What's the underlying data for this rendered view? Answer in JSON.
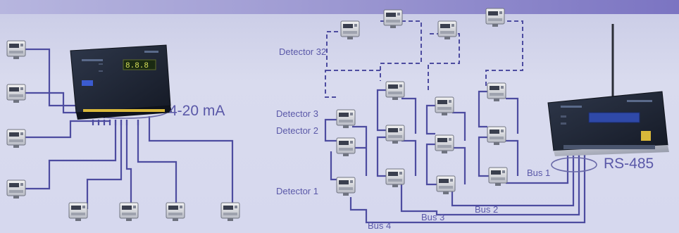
{
  "labels": {
    "analog": "4-20 mA",
    "rs485": "RS-485",
    "detector32": "Detector 32",
    "detector3": "Detector 3",
    "detector2": "Detector 2",
    "detector1": "Detector 1",
    "bus1": "Bus 1",
    "bus2": "Bus 2",
    "bus3": "Bus 3",
    "bus4": "Bus 4"
  },
  "colors": {
    "background": "#d6d8ee",
    "top_band": "#7b74c2",
    "wire": "#4d4ca0",
    "label_text": "#5a58a8",
    "controller_body": "#1c2333",
    "display_glow": "#d9e25a",
    "display_blue": "#2f49a8"
  },
  "icons": {
    "detector": "gas-detector-icon",
    "controller_left": "analog-controller-icon",
    "controller_right": "wireless-controller-icon",
    "antenna": "antenna-icon"
  }
}
